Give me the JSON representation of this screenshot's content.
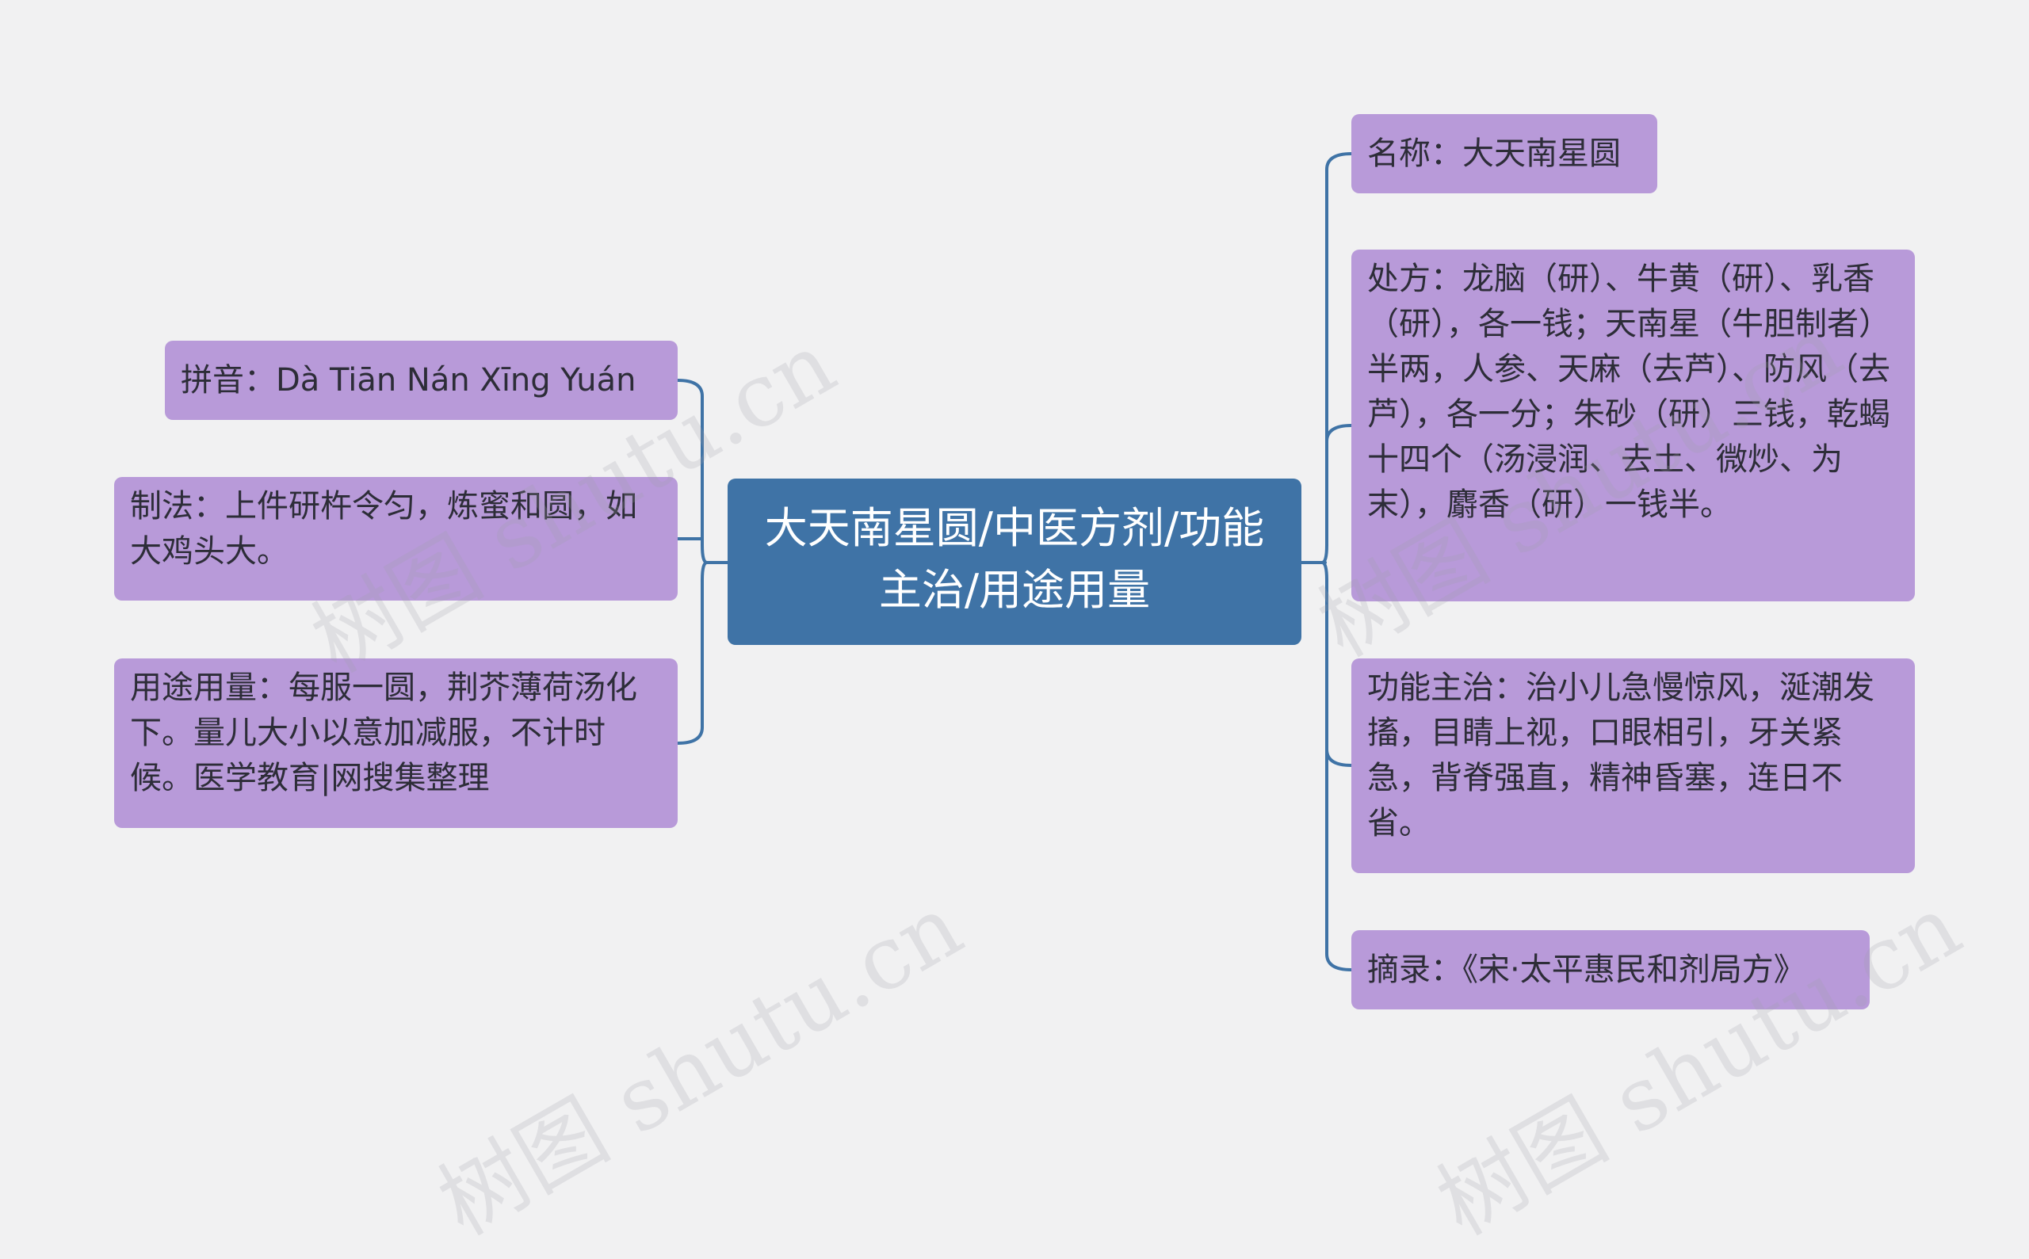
{
  "center": {
    "title": "大天南星圆/中医方剂/功能主治/用途用量"
  },
  "left_nodes": [
    {
      "id": "pinyin",
      "text": "拼音：Dà Tiān Nán Xīng Yuán"
    },
    {
      "id": "method",
      "text": "制法：上件研杵令匀，炼蜜和圆，如大鸡头大。"
    },
    {
      "id": "usage",
      "text": "用途用量：每服一圆，荆芥薄荷汤化下。量儿大小以意加减服，不计时候。医学教育|网搜集整理"
    }
  ],
  "right_nodes": [
    {
      "id": "name",
      "text": "名称：大天南星圆"
    },
    {
      "id": "prescription",
      "text": "处方：龙脑（研）、牛黄（研）、乳香（研），各一钱；天南星（牛胆制者）半两，人参、天麻（去芦）、防风（去芦），各一分；朱砂（研）三钱，乾蝎十四个（汤浸润、去土、微炒、为末），麝香（研）一钱半。"
    },
    {
      "id": "function",
      "text": "功能主治：治小儿急慢惊风，涎潮发搐，目睛上视，口眼相引，牙关紧急，背脊强直，精神昏塞，连日不省。"
    },
    {
      "id": "source",
      "text": "摘录：《宋·太平惠民和剂局方》"
    }
  ],
  "watermark": "树图 shutu.cn",
  "colors": {
    "topic": "#b89ad9",
    "center": "#3f73a6",
    "connector": "#3f73a6",
    "background": "#f1f1f2"
  }
}
